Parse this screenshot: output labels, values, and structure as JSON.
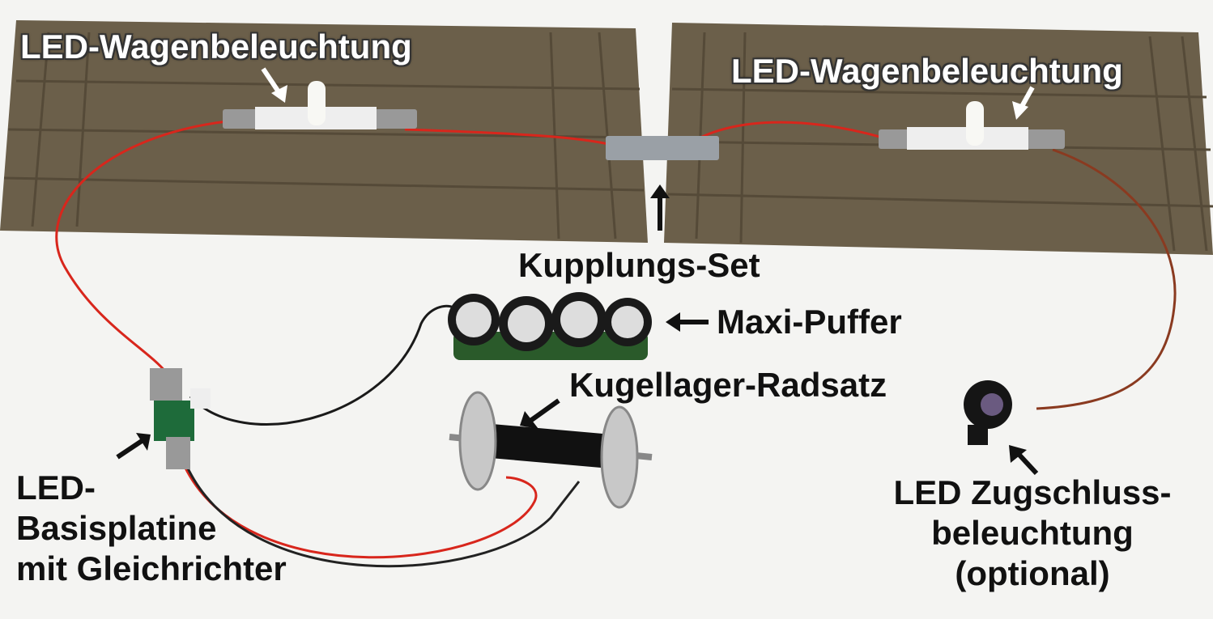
{
  "labels": {
    "led_wagen_left": "LED-Wagenbeleuchtung",
    "led_wagen_right": "LED-Wagenbeleuchtung",
    "kupplung": "Kupplungs-Set",
    "puffer": "Maxi-Puffer",
    "radsatz": "Kugellager-Radsatz",
    "basis": [
      "LED-",
      "Basisplatine",
      "mit Gleichrichter"
    ],
    "zugschluss": [
      "LED Zugschluss-",
      "beleuchtung",
      "(optional)"
    ]
  },
  "colors": {
    "roof": "#6b5f4a",
    "wire_red": "#d8261c",
    "wire_black": "#1a1a1a",
    "background": "#f4f4f2"
  }
}
